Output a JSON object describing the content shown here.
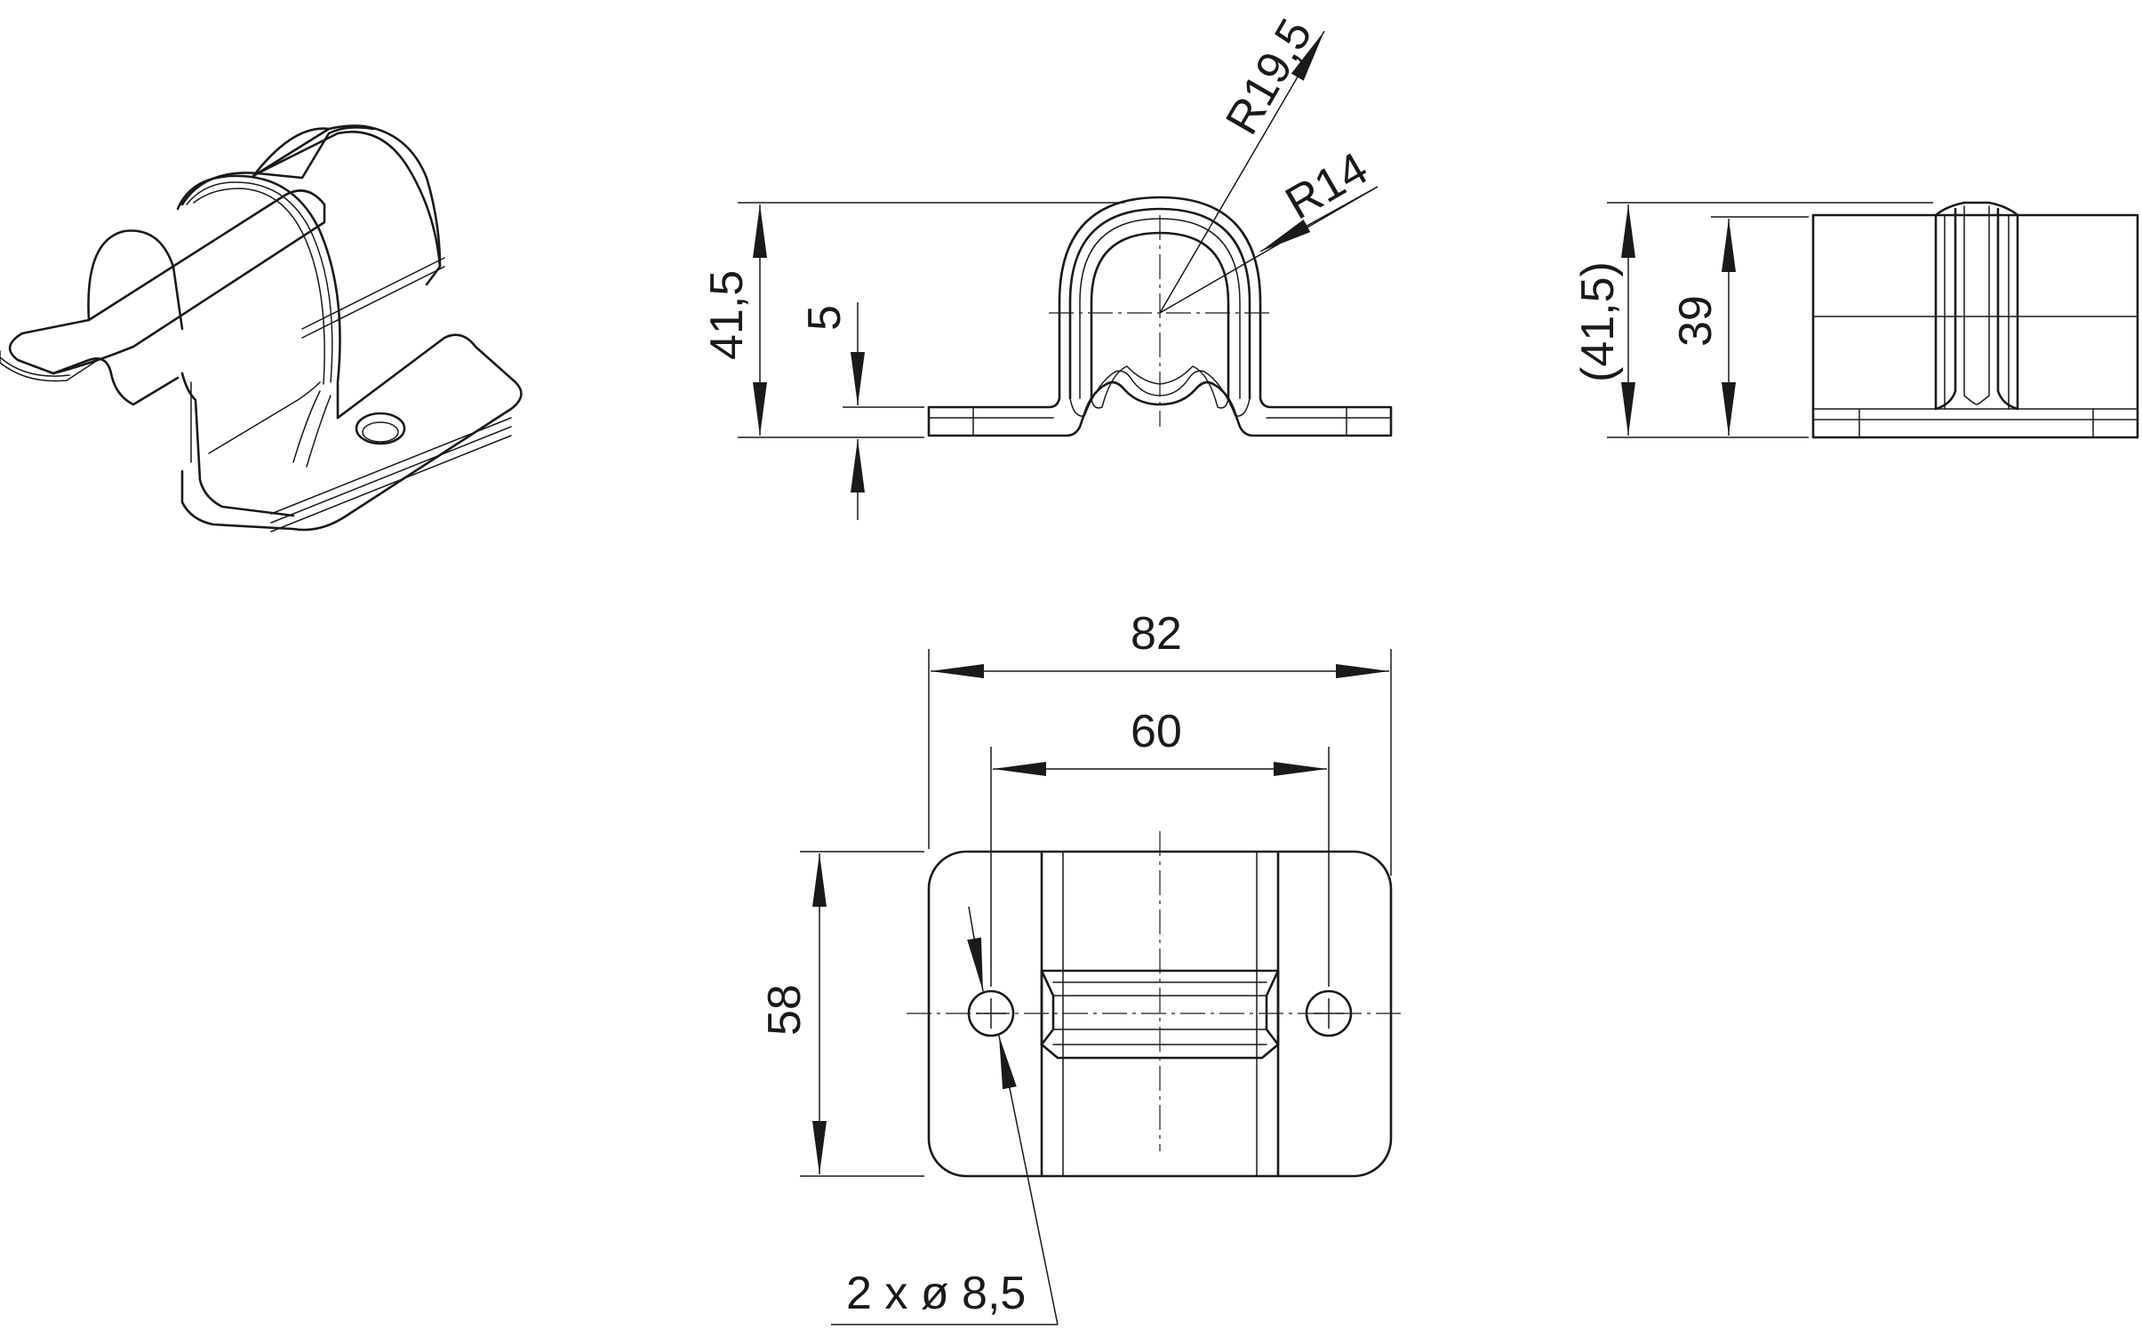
{
  "labels": {
    "r_outer": "R19,5",
    "r_inner": "R14",
    "height_front": "41,5",
    "thickness": "5",
    "height_side_ref": "(41,5)",
    "height_side": "39",
    "overall_width": "82",
    "hole_spacing": "60",
    "depth": "58",
    "holes": "2 x ø 8,5"
  }
}
